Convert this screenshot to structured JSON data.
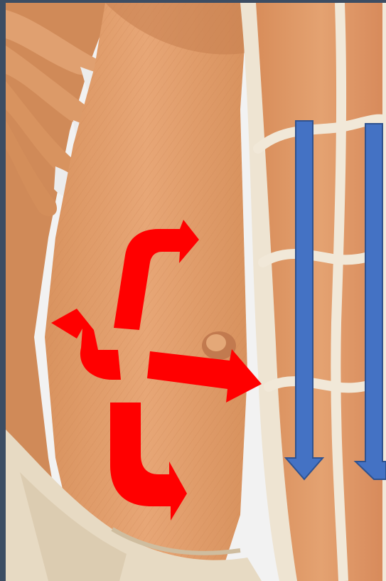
{
  "image": {
    "subject": "anatomy-abdominal-muscles",
    "colors": {
      "frame": "#3c4d63",
      "background": "#f3f3f3",
      "muscle": "#e2a071",
      "muscle_dark": "#c97c4f",
      "fascia": "#ede2cf",
      "skin_cloth": "#e6d8c0",
      "red_arrow": "#ff0000",
      "blue_arrow": "#4472c4",
      "blue_arrow_stroke": "#2f528f"
    },
    "icons": [
      "red-curved-arrow-up-right",
      "red-curved-arrow-left",
      "red-arrow-right",
      "red-curved-arrow-down-right",
      "blue-arrow-down"
    ]
  }
}
